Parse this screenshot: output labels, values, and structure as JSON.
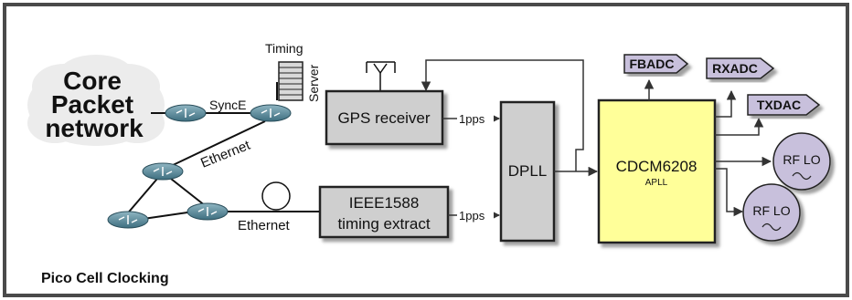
{
  "diagram": {
    "footer_title": "Pico Cell Clocking",
    "cloud_label_lines": [
      "Core",
      "Packet",
      "network"
    ],
    "timing_server_label_lines": [
      "Timing",
      "Server"
    ],
    "link_labels": {
      "synce": "SyncE",
      "ethernet_diag": "Ethernet",
      "ethernet_bottom": "Ethernet"
    },
    "blocks": {
      "gps": "GPS receiver",
      "ieee_lines": [
        "IEEE1588",
        "timing extract"
      ],
      "dpll": "DPLL",
      "cdcm_title": "CDCM6208",
      "cdcm_sub": "APLL"
    },
    "signals": {
      "pps_top": "1pps",
      "pps_bottom": "1pps"
    },
    "outputs": {
      "fbadc": "FBADC",
      "rxadc": "RXADC",
      "txdac": "TXDAC",
      "rflo_1": "RF LO",
      "rflo_2": "RF LO"
    },
    "colors": {
      "frame_border": "#4a4a4a",
      "block_fill": "#cfcfcf",
      "apll_fill": "#ffff99",
      "output_fill": "#c8c0dc",
      "router_fill": "#5f8fa0"
    }
  }
}
